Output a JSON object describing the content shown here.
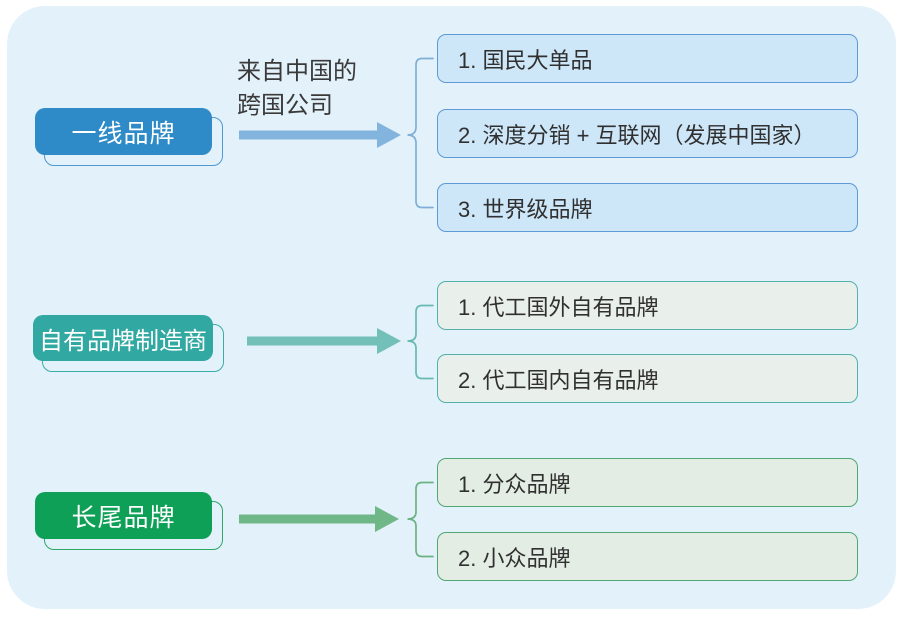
{
  "page": {
    "background": "#ffffff",
    "panel_background": "#e3f1fb"
  },
  "sections": [
    {
      "name": "一线品牌",
      "annotation_line1": "来自中国的",
      "annotation_line2": "跨国公司",
      "colors": {
        "label_fill": "#2e8bc8",
        "label_text": "#ffffff",
        "outline": "#4e99d1",
        "arrow": "#82b4de",
        "brace": "#7fafd6",
        "item_fill": "#cde6f8",
        "item_border": "#5c9bd6"
      },
      "items": [
        "1. 国民大单品",
        "2. 深度分销 + 互联网（发展中国家）",
        "3. 世界级品牌"
      ]
    },
    {
      "name": "自有品牌制造商",
      "colors": {
        "label_fill": "#31a8a1",
        "label_text": "#ffffff",
        "outline": "#3aada6",
        "arrow": "#72c0b8",
        "brace": "#66bab2",
        "item_fill": "#e9efea",
        "item_border": "#52b1ab"
      },
      "items": [
        "1. 代工国外自有品牌",
        "2. 代工国内自有品牌"
      ]
    },
    {
      "name": "长尾品牌",
      "colors": {
        "label_fill": "#0fa057",
        "label_text": "#ffffff",
        "outline": "#2fa767",
        "arrow": "#70b787",
        "brace": "#6bb282",
        "item_fill": "#e3ede3",
        "item_border": "#4fa874"
      },
      "items": [
        "1. 分众品牌",
        "2. 小众品牌"
      ]
    }
  ]
}
